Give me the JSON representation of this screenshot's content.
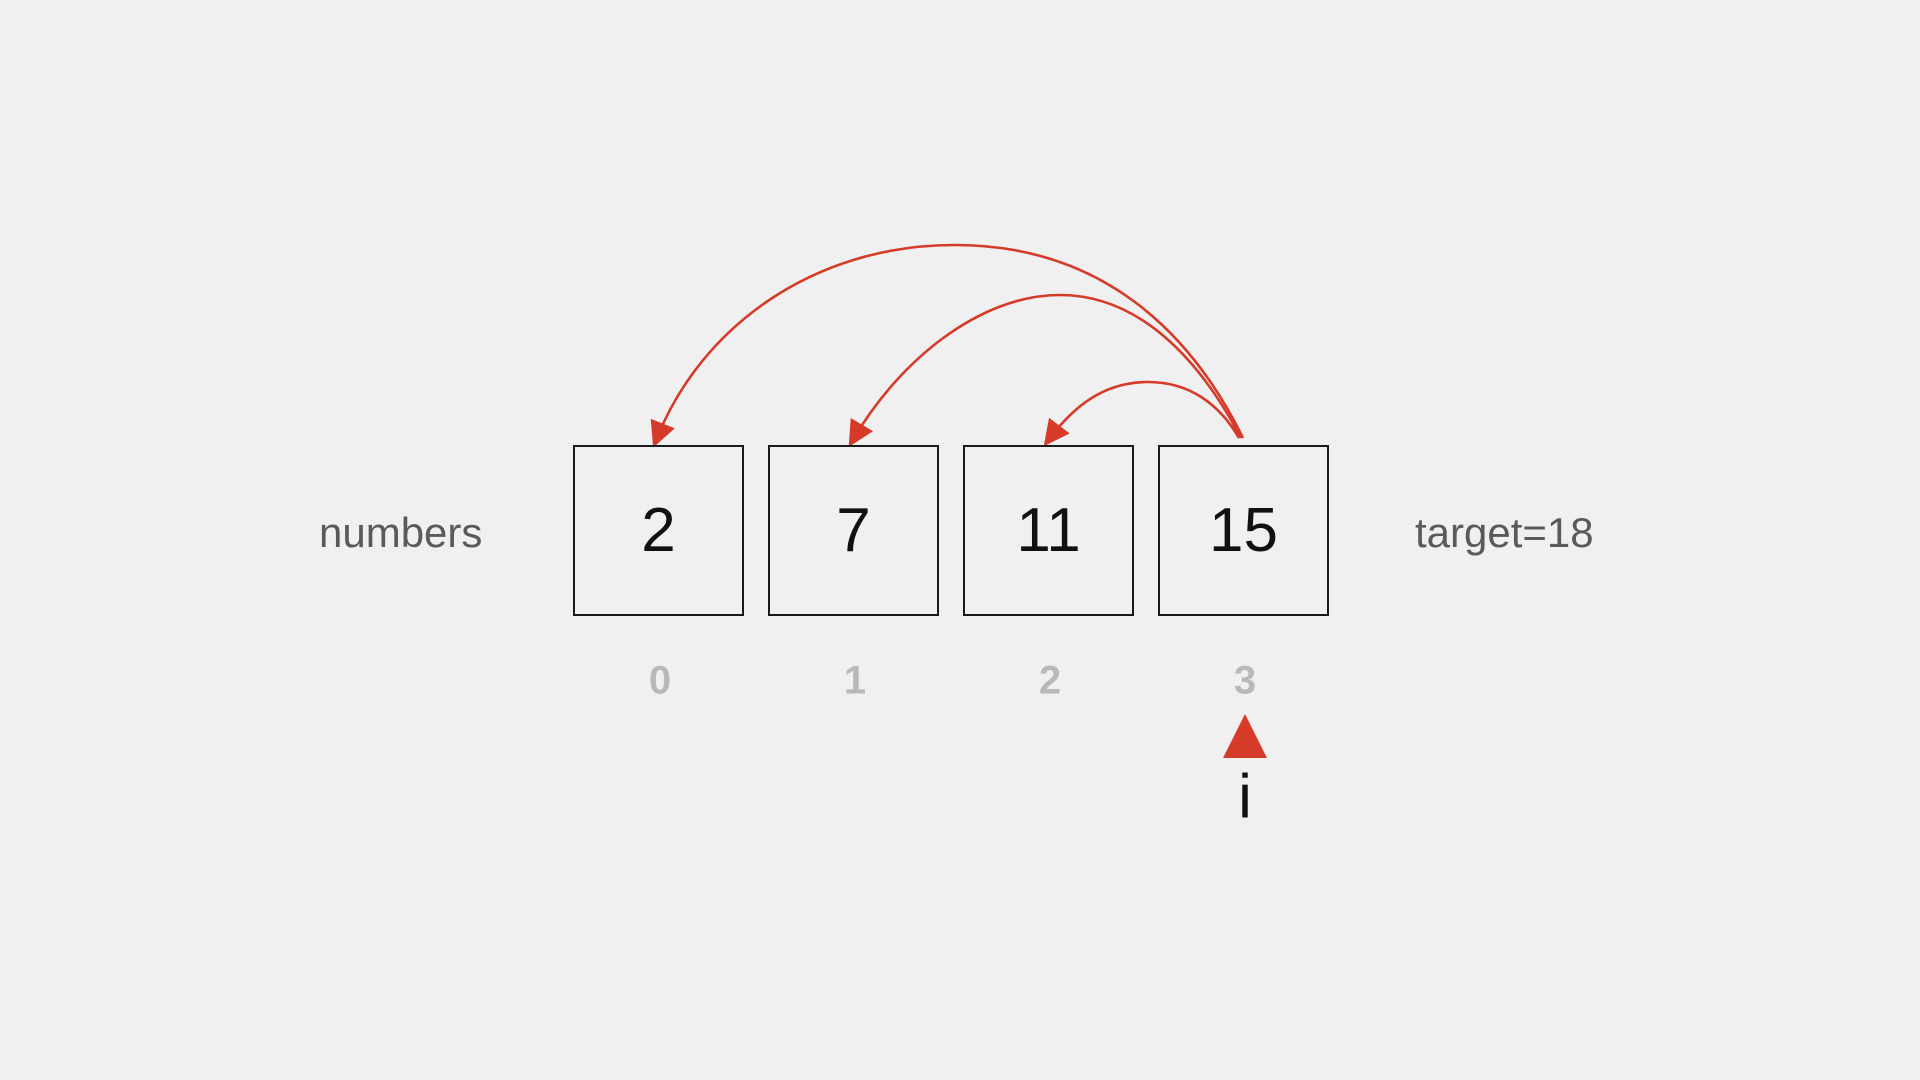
{
  "array_label": "numbers",
  "target_label": "target=18",
  "cells": [
    {
      "value": "2",
      "index": "0"
    },
    {
      "value": "7",
      "index": "1"
    },
    {
      "value": "11",
      "index": "2"
    },
    {
      "value": "15",
      "index": "3"
    }
  ],
  "pointer": {
    "label": "i",
    "index": 3
  },
  "arrows": [
    {
      "from": 3,
      "to": 0
    },
    {
      "from": 3,
      "to": 1
    },
    {
      "from": 3,
      "to": 2
    }
  ],
  "colors": {
    "accent": "#d63b2a",
    "cell_border": "#1a1a1a",
    "label": "#5a5a5a",
    "index": "#b8b8b8",
    "background": "#f0f0f0"
  }
}
